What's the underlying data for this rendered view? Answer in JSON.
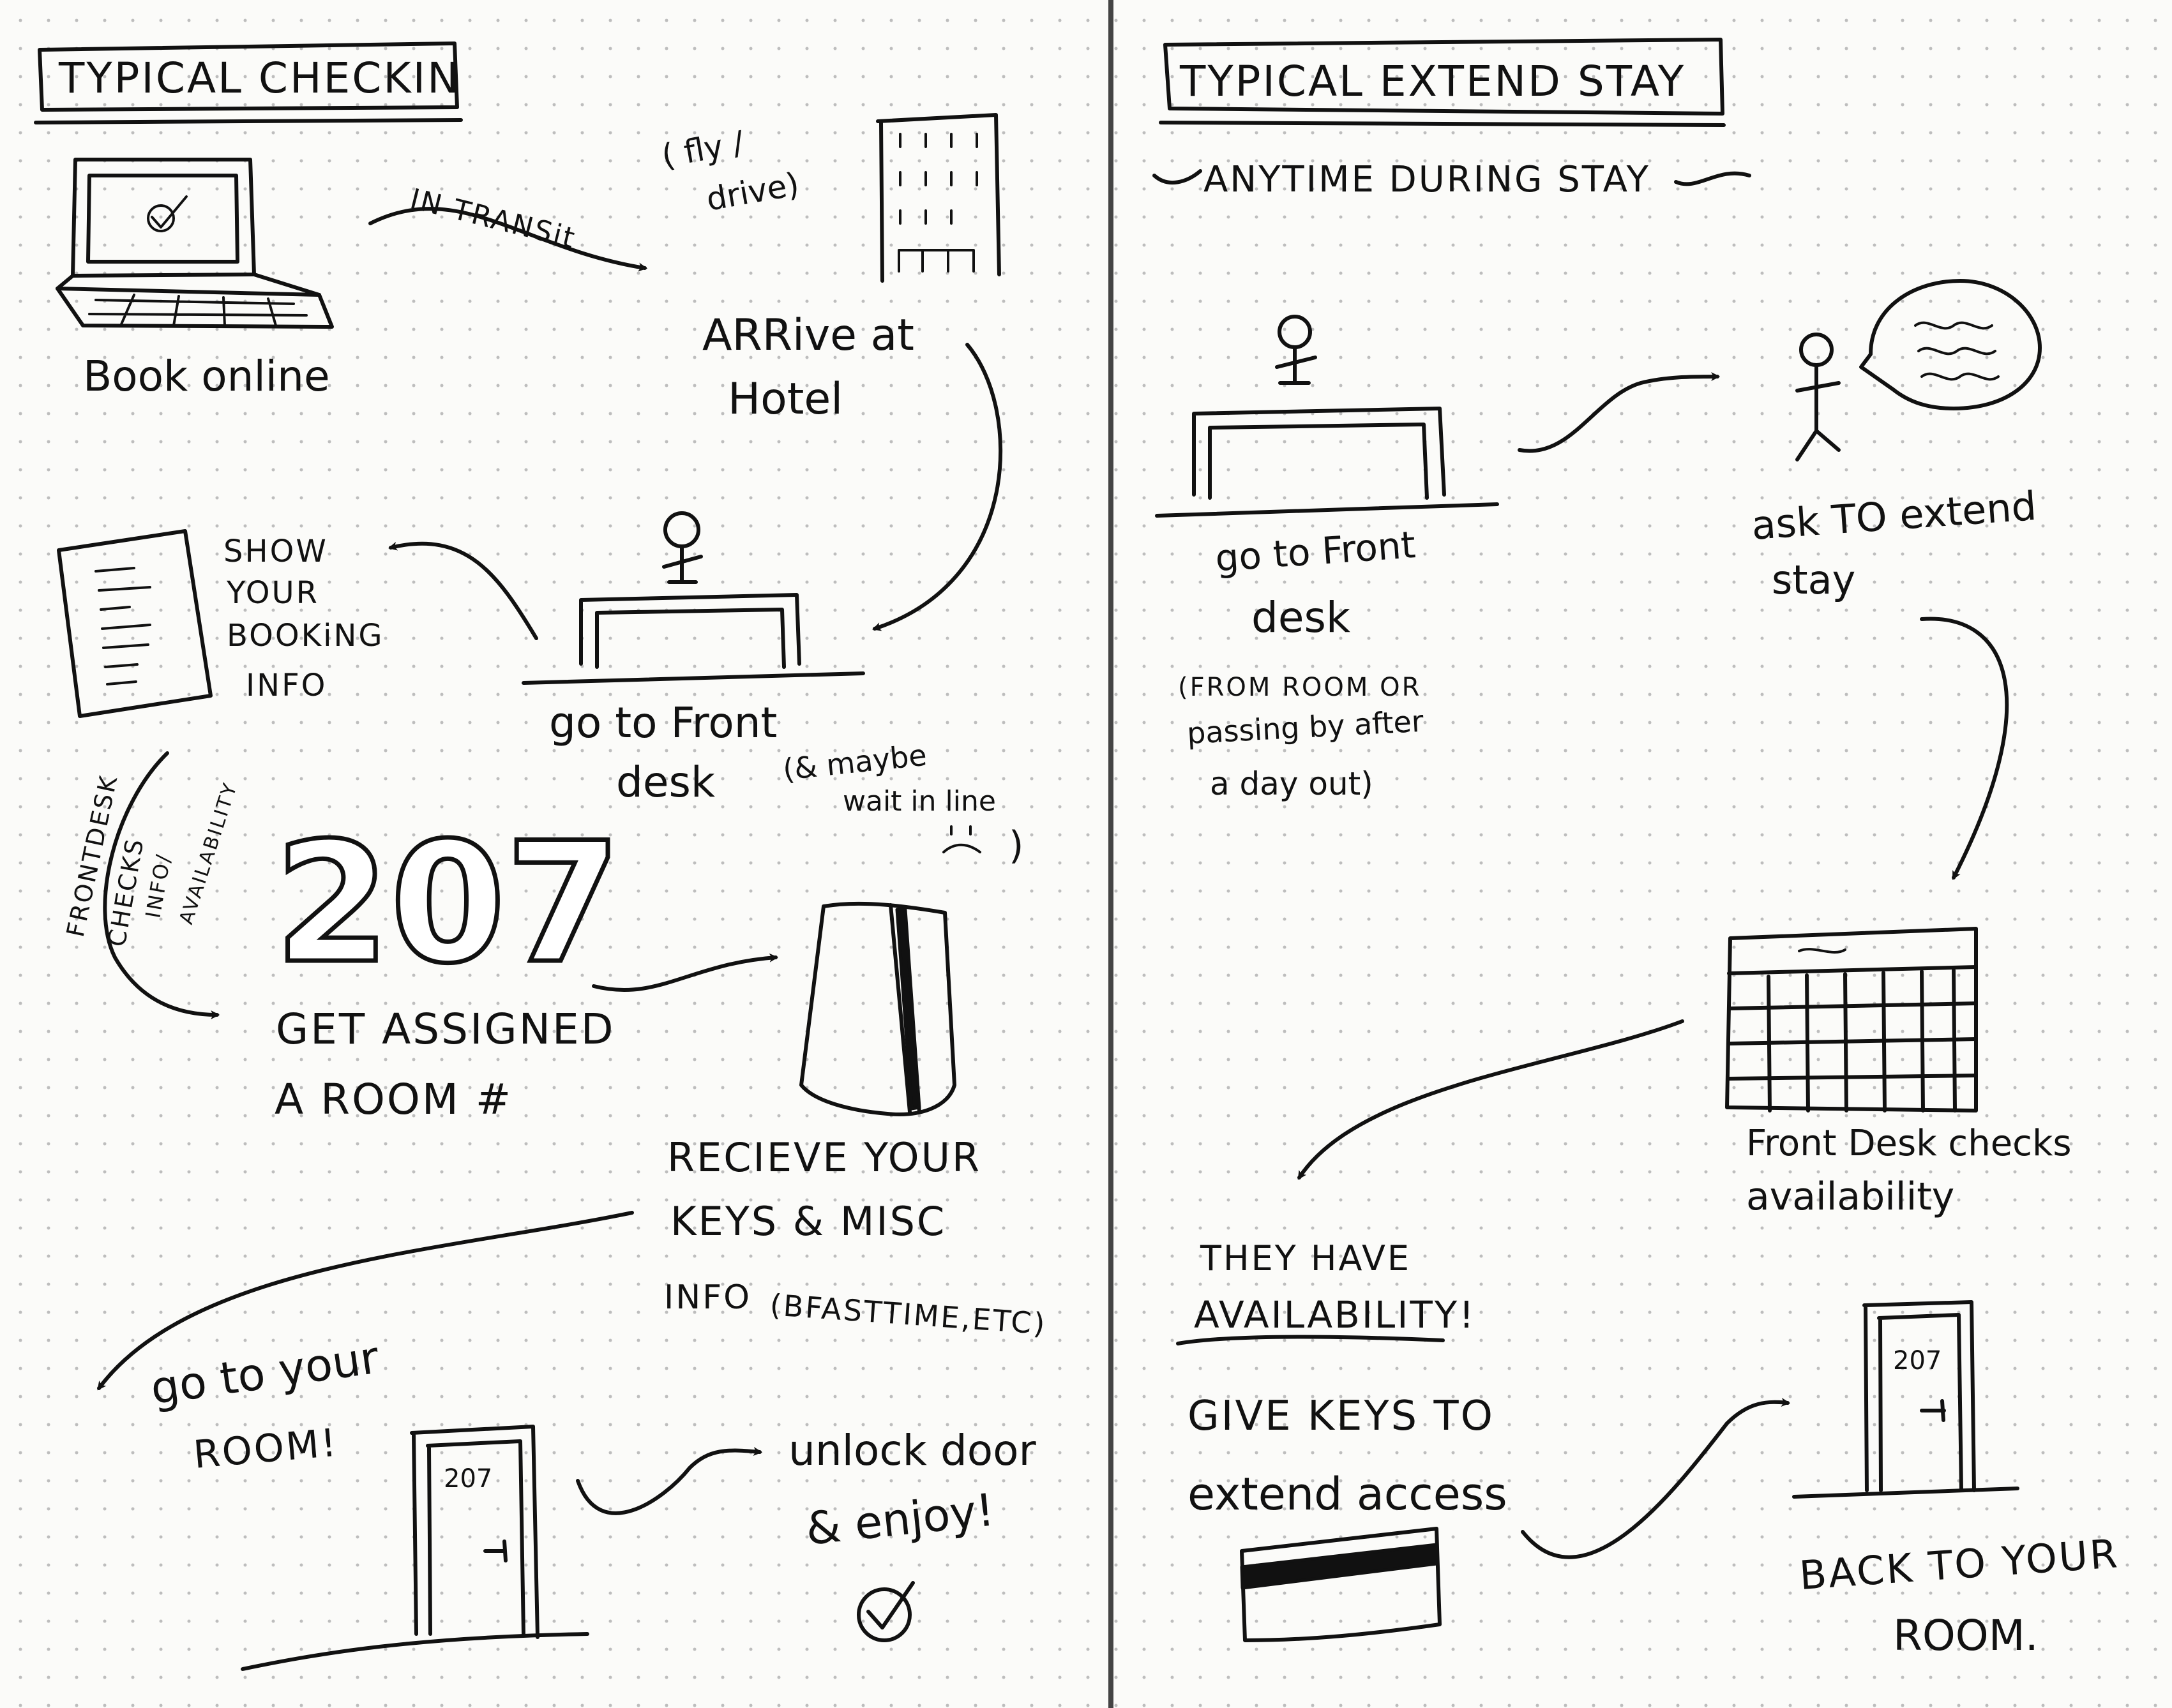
{
  "left_panel": {
    "title": "TYPICAL CHECKIN",
    "steps": {
      "book": "Book online",
      "transit": "IN TRANSit",
      "fly_drive_1": "( fly /",
      "fly_drive_2": "drive)",
      "arrive_1": "ARRive at",
      "arrive_2": "Hotel",
      "show_1": "SHOW",
      "show_2": "YOUR",
      "show_3": "BOOKiNG",
      "show_4": "INFO",
      "frontdesk_1": "go to Front",
      "frontdesk_2": "desk",
      "frontdesk_note_1": "(& maybe",
      "frontdesk_note_2": "wait in line",
      "frontdesk_note_3": ")",
      "checks_1": "FRONTDESK",
      "checks_2": "CHECKS",
      "checks_3": "INFO/",
      "checks_4": "AVAILABILITY",
      "room_number": "207",
      "assigned_1": "GET ASSIGNED",
      "assigned_2": "A ROOM #",
      "receive_1": "RECIEVE YOUR",
      "receive_2": "KEYS & MISC",
      "receive_3": "INFO",
      "receive_4": "(BFASTTIME,ETC)",
      "goroom_1": "go to your",
      "goroom_2": "ROOM!",
      "door_number": "207",
      "unlock_1": "unlock door",
      "unlock_2": "& enjoy!"
    }
  },
  "right_panel": {
    "title": "TYPICAL EXTEND STAY",
    "subtitle": "ANYTIME DURING STAY",
    "steps": {
      "frontdesk_1": "go to Front",
      "frontdesk_2": "desk",
      "frontdesk_note_1": "(FROM ROOM OR",
      "frontdesk_note_2": "passing by after",
      "frontdesk_note_3": "a day out)",
      "ask_1": "ask TO extend",
      "ask_2": "stay",
      "checks_1": "Front Desk checks",
      "checks_2": "availability",
      "have_1": "THEY HAVE",
      "have_2": "AVAILABILITY!",
      "keys_1": "GIVE KEYS TO",
      "keys_2": "extend access",
      "door_number": "207",
      "back_1": "BACK TO YOUR",
      "back_2": "ROOM."
    }
  },
  "icons": [
    "laptop-icon",
    "hotel-building-icon",
    "document-icon",
    "front-desk-person-icon",
    "key-card-icon",
    "door-icon",
    "checkmark-icon",
    "sad-face-icon",
    "speech-bubble-icon",
    "calendar-icon",
    "arrow-icon"
  ],
  "colors": {
    "ink": "#111111",
    "paper": "#fbfbf9",
    "grid_dots": "#bdbdbd",
    "divider": "#444444"
  }
}
